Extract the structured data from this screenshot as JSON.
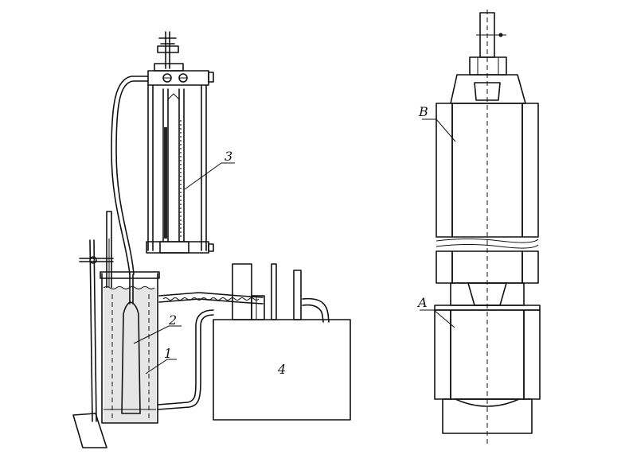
{
  "labels": {
    "part1": "1",
    "part2": "2",
    "part3": "3",
    "part4": "4",
    "partA": "A",
    "partB": "B"
  },
  "colors": {
    "ink": "#111111",
    "paper": "#ffffff",
    "liquid": "#dddddd"
  }
}
